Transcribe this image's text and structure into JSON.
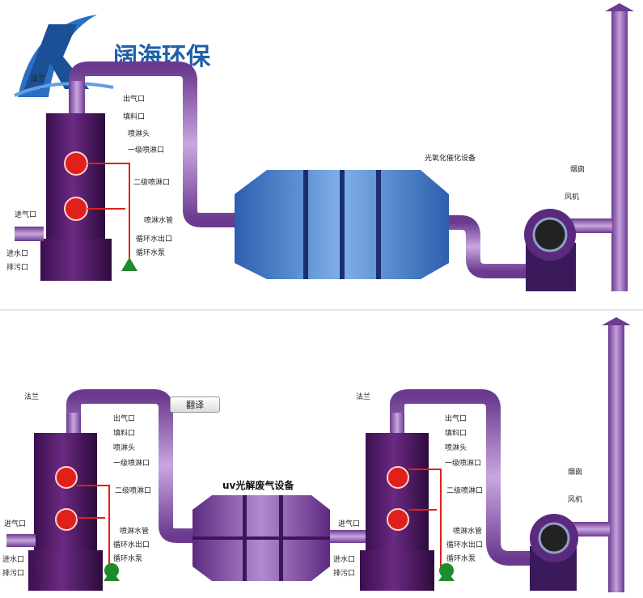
{
  "brand": {
    "name": "阔海环保"
  },
  "ui": {
    "translate_button": "翻译"
  },
  "colors": {
    "tower": "#5a1f6e",
    "pipe": "#8b55b0",
    "water_line": "#e0201a",
    "purifier": "#3a78c8",
    "pump": "#1f8a2e"
  },
  "top": {
    "labels": {
      "flange": "法兰",
      "gas_outlet": "出气口",
      "packing_port": "填料口",
      "spray_head": "喷淋头",
      "spray_1": "一级喷淋口",
      "spray_2": "二级喷淋口",
      "gas_inlet": "进气口",
      "water_inlet": "进水口",
      "drain": "排污口",
      "spray_pipe": "喷淋水管",
      "circ_out": "循环水出口",
      "circ_pump": "循环水泵",
      "uv_device": "光氧化催化设备",
      "chimney": "烟囱",
      "fan": "风机"
    }
  },
  "bottom": {
    "labels": {
      "flange_left": "法兰",
      "gas_outlet_left": "出气口",
      "packing_left": "填料口",
      "spray_head_left": "喷淋头",
      "spray_1_left": "一级喷淋口",
      "spray_2_left": "二级喷淋口",
      "gas_inlet_left": "进气口",
      "water_inlet_left": "进水口",
      "drain_left": "排污口",
      "spray_pipe_left": "喷淋水管",
      "circ_out_left": "循环水出口",
      "circ_pump_left": "循环水泵",
      "uv_title": "uv光解废气设备",
      "flange_right": "法兰",
      "gas_outlet_right": "出气口",
      "packing_right": "填料口",
      "spray_head_right": "喷淋头",
      "spray_1_right": "一级喷淋口",
      "spray_2_right": "二级喷淋口",
      "gas_inlet_right": "进气口",
      "water_inlet_right": "进水口",
      "drain_right": "排污口",
      "spray_pipe_right": "喷淋水管",
      "circ_out_right": "循环水出口",
      "circ_pump_right": "循环水泵",
      "chimney": "烟囱",
      "fan": "风机"
    }
  }
}
